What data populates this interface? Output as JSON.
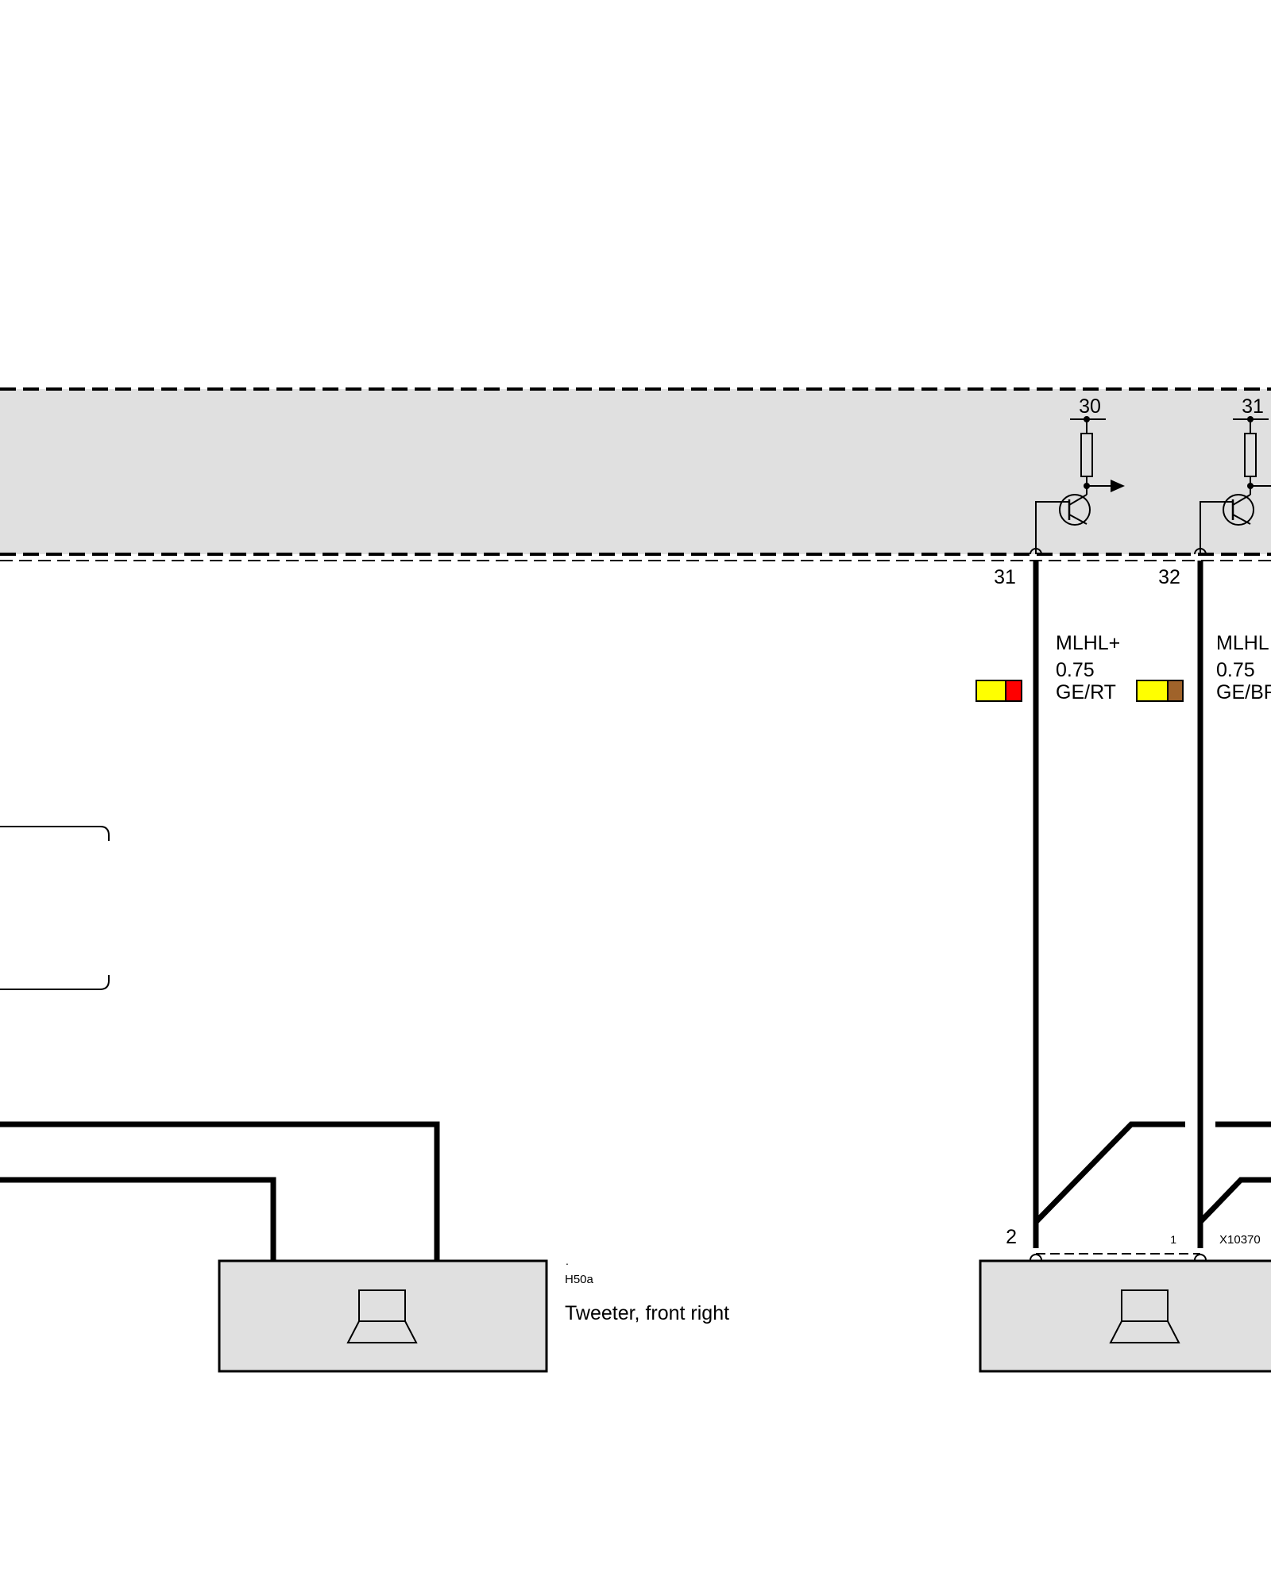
{
  "module": {
    "pins_top": [
      "30",
      "31"
    ],
    "pins_bottom": [
      "31",
      "32"
    ]
  },
  "wires": [
    {
      "signal": "MLHL+",
      "gauge": "0.75",
      "color_code": "GE/RT",
      "colors": [
        "#ffff00",
        "#ff0000"
      ]
    },
    {
      "signal": "MLHL",
      "gauge": "0.75",
      "color_code": "GE/BF",
      "colors": [
        "#ffff00",
        "#a0632a"
      ]
    }
  ],
  "connector": {
    "id": "X10370",
    "pin_left": "2",
    "pin_right": "1"
  },
  "tweeter": {
    "dot": ".",
    "id": "H50a",
    "label": "Tweeter, front right"
  },
  "colors": {
    "module_fill": "#e0e0e0",
    "wire": "#000000"
  },
  "icons": [
    "transistor-icon",
    "resistor-icon",
    "speaker-icon",
    "output-arrow-icon"
  ]
}
